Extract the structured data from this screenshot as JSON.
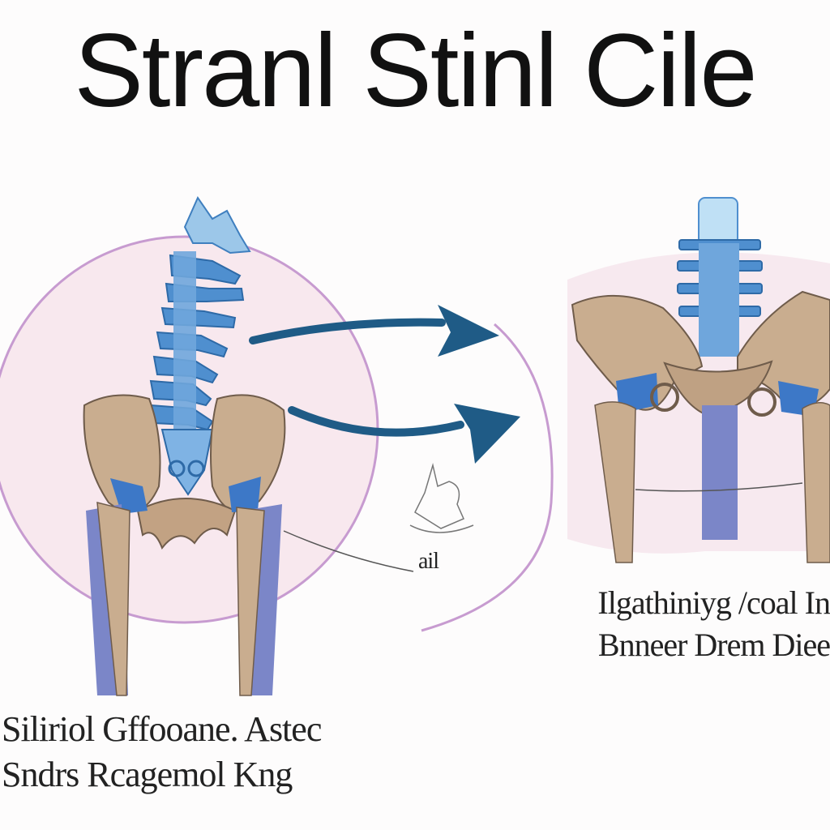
{
  "title": "Stranl Stinl Cile",
  "captions": {
    "left_line1": "Siliriol Gffooane. Astec",
    "left_line2": "Sndrs Rcagemol Kng",
    "right_line1": "Ilgathiniyg /coal In",
    "right_line2": "Bnneer Drem Diee",
    "mid_small": "ail"
  },
  "colors": {
    "bone": "#c9ad8f",
    "bone_outline": "#6f5c4b",
    "spine_blue": "#4f8fcf",
    "leg_blue": "#7b86c8",
    "circle_pink": "#f8e8ee",
    "circle_stroke": "#c79bd0",
    "arrow": "#1f5b86"
  }
}
